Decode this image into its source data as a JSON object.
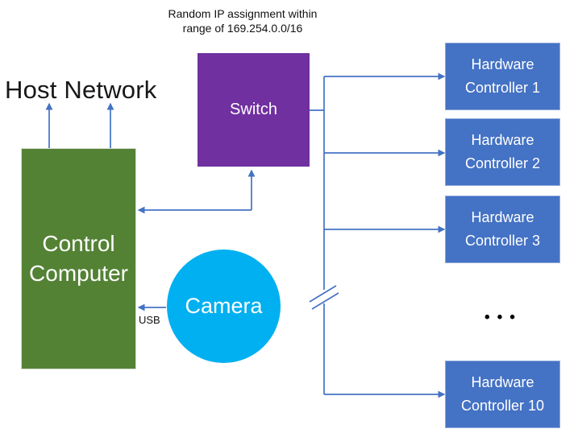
{
  "annotation": {
    "text": "Random IP assignment within\nrange of 169.254.0.0/16"
  },
  "labels": {
    "host_network": "Host Network",
    "usb": "USB",
    "ellipsis": "•••"
  },
  "nodes": {
    "control_computer": {
      "label": "Control\nComputer",
      "color": "#548235"
    },
    "switch": {
      "label": "Switch",
      "color": "#7030a0"
    },
    "camera": {
      "label": "Camera",
      "color": "#00b0f0"
    },
    "controller_color": "#4472c4",
    "controllers": [
      {
        "label": "Hardware\nController 1"
      },
      {
        "label": "Hardware\nController 2"
      },
      {
        "label": "Hardware\nController 3"
      },
      {
        "label": "Hardware\nController 10"
      }
    ]
  },
  "connector_color": "#4472c4",
  "text_color": "#ffffff"
}
